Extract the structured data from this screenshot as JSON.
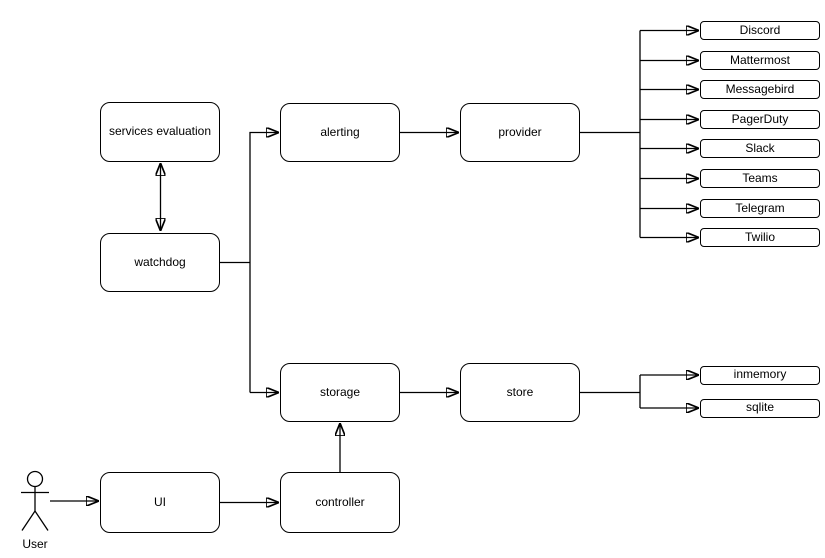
{
  "diagram": {
    "colors": {
      "stroke": "#000000",
      "background": "#ffffff",
      "text": "#000000"
    },
    "nodes": {
      "services_evaluation": "services evaluation",
      "watchdog": "watchdog",
      "alerting": "alerting",
      "provider": "provider",
      "storage": "storage",
      "store": "store",
      "ui": "UI",
      "controller": "controller"
    },
    "provider_targets": [
      "Discord",
      "Mattermost",
      "Messagebird",
      "PagerDuty",
      "Slack",
      "Teams",
      "Telegram",
      "Twilio"
    ],
    "store_targets": [
      "inmemory",
      "sqlite"
    ],
    "actor": {
      "label": "User"
    },
    "edges": [
      {
        "from": "services evaluation",
        "to": "watchdog",
        "style": "double-arrow"
      },
      {
        "from": "watchdog",
        "to": "alerting",
        "style": "arrow"
      },
      {
        "from": "watchdog",
        "to": "storage",
        "style": "arrow"
      },
      {
        "from": "alerting",
        "to": "provider",
        "style": "arrow"
      },
      {
        "from": "provider",
        "to": "Discord",
        "style": "arrow"
      },
      {
        "from": "provider",
        "to": "Mattermost",
        "style": "arrow"
      },
      {
        "from": "provider",
        "to": "Messagebird",
        "style": "arrow"
      },
      {
        "from": "provider",
        "to": "PagerDuty",
        "style": "arrow"
      },
      {
        "from": "provider",
        "to": "Slack",
        "style": "arrow"
      },
      {
        "from": "provider",
        "to": "Teams",
        "style": "arrow"
      },
      {
        "from": "provider",
        "to": "Telegram",
        "style": "arrow"
      },
      {
        "from": "provider",
        "to": "Twilio",
        "style": "arrow"
      },
      {
        "from": "storage",
        "to": "store",
        "style": "arrow"
      },
      {
        "from": "store",
        "to": "inmemory",
        "style": "arrow"
      },
      {
        "from": "store",
        "to": "sqlite",
        "style": "arrow"
      },
      {
        "from": "User",
        "to": "UI",
        "style": "arrow"
      },
      {
        "from": "UI",
        "to": "controller",
        "style": "arrow"
      },
      {
        "from": "controller",
        "to": "storage",
        "style": "arrow"
      }
    ]
  }
}
